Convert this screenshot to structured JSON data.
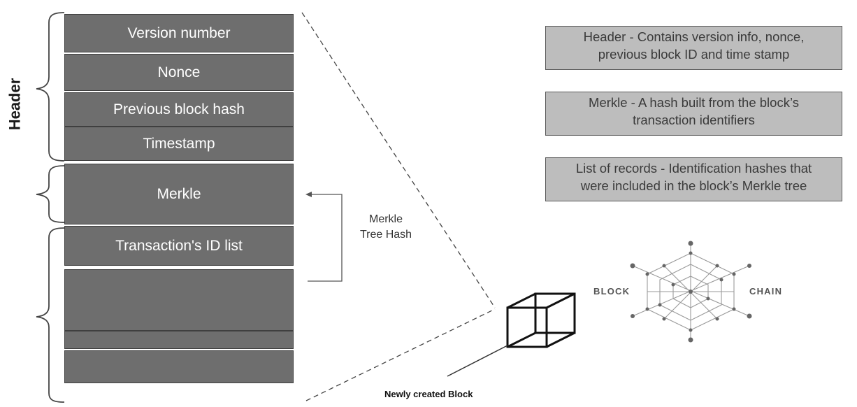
{
  "side_label": "Header",
  "blocks": {
    "version": "Version number",
    "nonce": "Nonce",
    "prev_hash": "Previous  block hash",
    "timestamp": "Timestamp",
    "merkle": "Merkle",
    "tx_list": "Transaction's  ID list"
  },
  "merkle_arrow_label": {
    "line1": "Merkle",
    "line2": "Tree Hash"
  },
  "info_boxes": [
    {
      "line1": "Header - Contains version info, nonce,",
      "line2": "previous block ID and time stamp"
    },
    {
      "line1": "Merkle - A hash built from the block’s",
      "line2": "transaction identifiers"
    },
    {
      "line1": "List of records - Identification hashes that",
      "line2": "were included in the block’s Merkle tree"
    }
  ],
  "cube_caption": "Newly created Block",
  "logo": {
    "left_text": "BLOCK",
    "right_text": "CHAIN"
  },
  "colors": {
    "block_fill": "#6e6e6e",
    "info_fill": "#bdbdbd"
  }
}
